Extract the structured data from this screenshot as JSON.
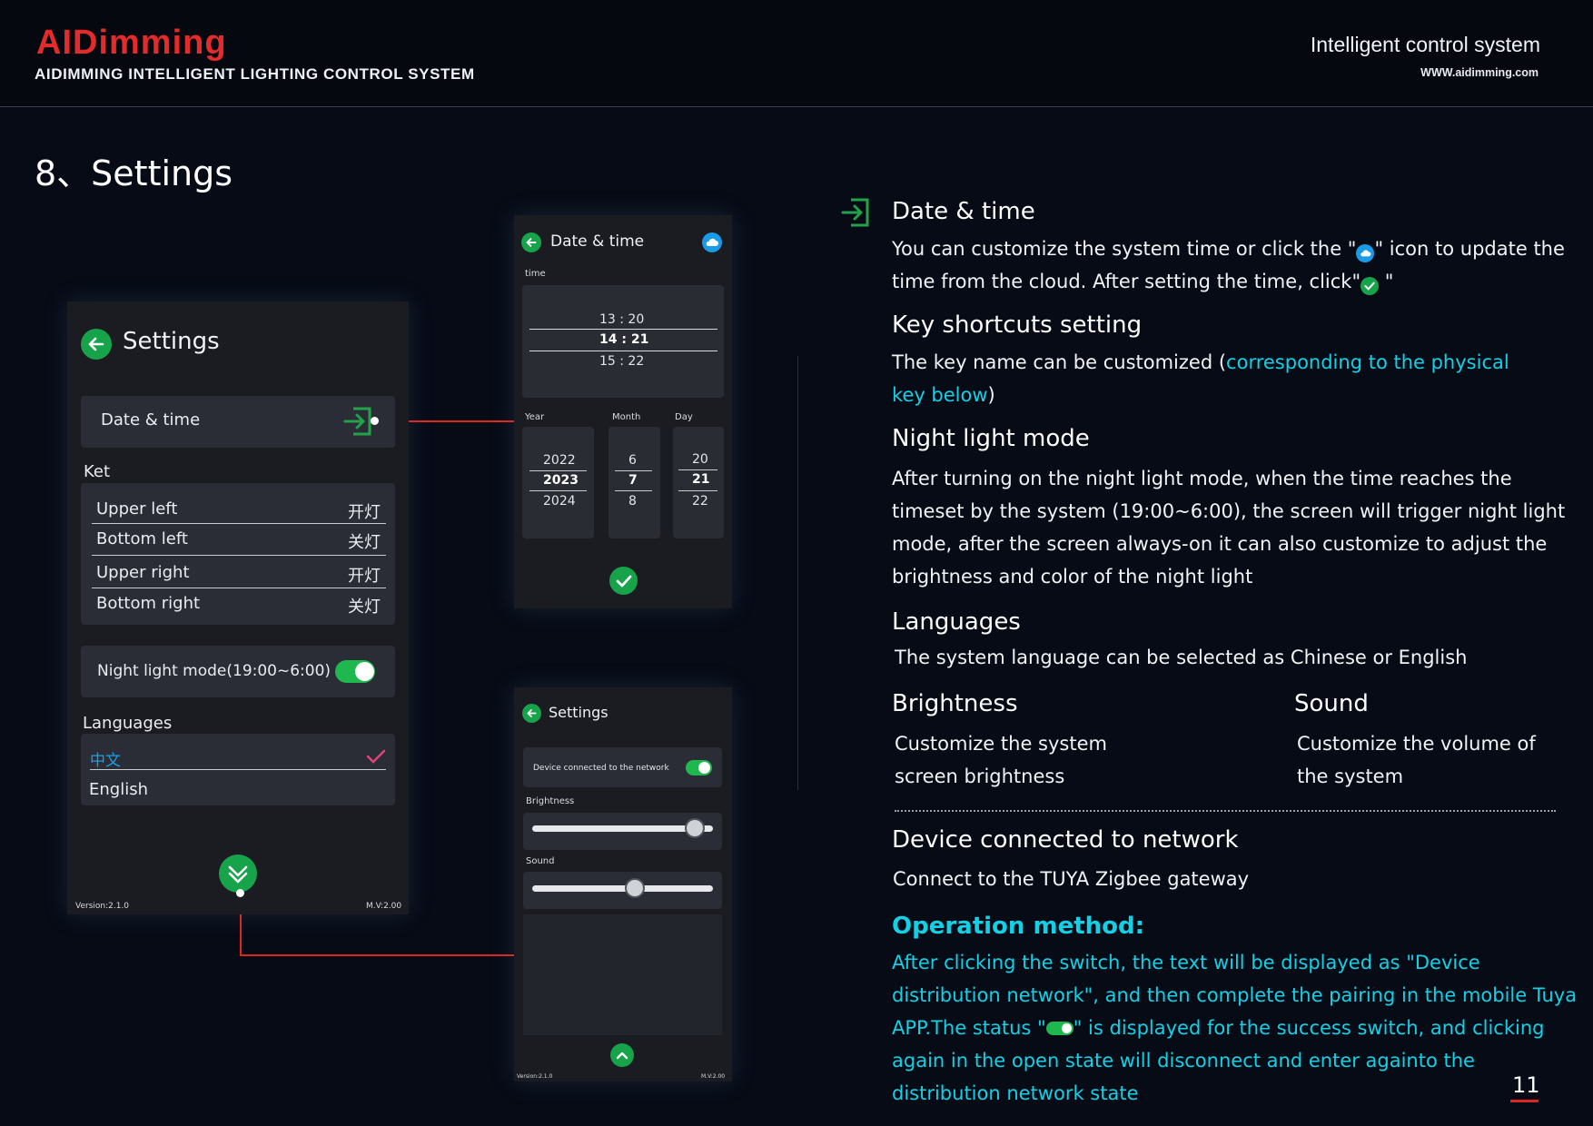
{
  "header": {
    "logo": "AIDimming",
    "subtitle": "AIDIMMING INTELLIGENT LIGHTING CONTROL SYSTEM",
    "right_title": "Intelligent control system",
    "url": "WWW.aidimming.com"
  },
  "page_title": "8、Settings",
  "settings_screen": {
    "title": "Settings",
    "date_time_label": "Date & time",
    "key_section_label": "Ket",
    "keys": [
      {
        "name": "Upper left",
        "value": "开灯"
      },
      {
        "name": "Bottom left",
        "value": "关灯"
      },
      {
        "name": "Upper right",
        "value": "开灯"
      },
      {
        "name": "Bottom right",
        "value": "关灯"
      }
    ],
    "night_light_label": "Night light mode(19:00~6:00)",
    "languages_label": "Languages",
    "languages": [
      {
        "name": "中文",
        "selected": true
      },
      {
        "name": "English",
        "selected": false
      }
    ],
    "version": "Version:2.1.0",
    "mv": "M.V:2.00"
  },
  "datetime_screen": {
    "title": "Date & time",
    "time_label": "time",
    "times": [
      "13  :  20",
      "14  :  21",
      "15  :  22"
    ],
    "year_label": "Year",
    "month_label": "Month",
    "day_label": "Day",
    "years": [
      "2022",
      "2023",
      "2024"
    ],
    "months": [
      "6",
      "7",
      "8"
    ],
    "days": [
      "20",
      "21",
      "22"
    ]
  },
  "settings2_screen": {
    "title": "Settings",
    "network_label": "Device connected to the network",
    "brightness_label": "Brightness",
    "sound_label": "Sound",
    "brightness_level": 0.9,
    "sound_level": 0.57,
    "version": "Version:2.1.0",
    "mv": "M.V:2.00"
  },
  "text": {
    "dt_title": "Date & time",
    "dt_body_1": "You can customize the system time or click the \"",
    "dt_body_2": "\" icon to update the time from the cloud. After setting the time, click\"",
    "dt_body_3": " \"",
    "ks_title": "Key shortcuts setting",
    "ks_body_1": "The key name can be customized (",
    "ks_body_cyan": "corresponding to the physical key below",
    "ks_body_2": ")",
    "nl_title": "Night light mode",
    "nl_body": "After turning on the night light mode, when the time reaches the timeset by the system (19:00~6:00), the screen will trigger night light mode, after the screen always-on it can also customize to adjust the brightness and color of the night light",
    "lang_title": "Languages",
    "lang_body": "The system language can be selected as Chinese or English",
    "bright_title": "Brightness",
    "bright_body": "Customize the system screen brightness",
    "sound_title": "Sound",
    "sound_body": "Customize the volume of the system",
    "dev_title": "Device connected to network",
    "dev_body": "Connect to the TUYA Zigbee gateway",
    "op_title": "Operation method:",
    "op_body_1": "After clicking the switch, the text will be displayed as \"Device distribution network\", and then complete the pairing in the mobile Tuya APP.The status \"",
    "op_body_2": "\" is displayed for the success switch, and clicking again in the open state will disconnect and enter againto the distribution network state"
  },
  "page_number": "11",
  "colors": {
    "accent_red": "#e32b2b",
    "accent_cyan": "#12d1e6",
    "green": "#16a34a"
  }
}
